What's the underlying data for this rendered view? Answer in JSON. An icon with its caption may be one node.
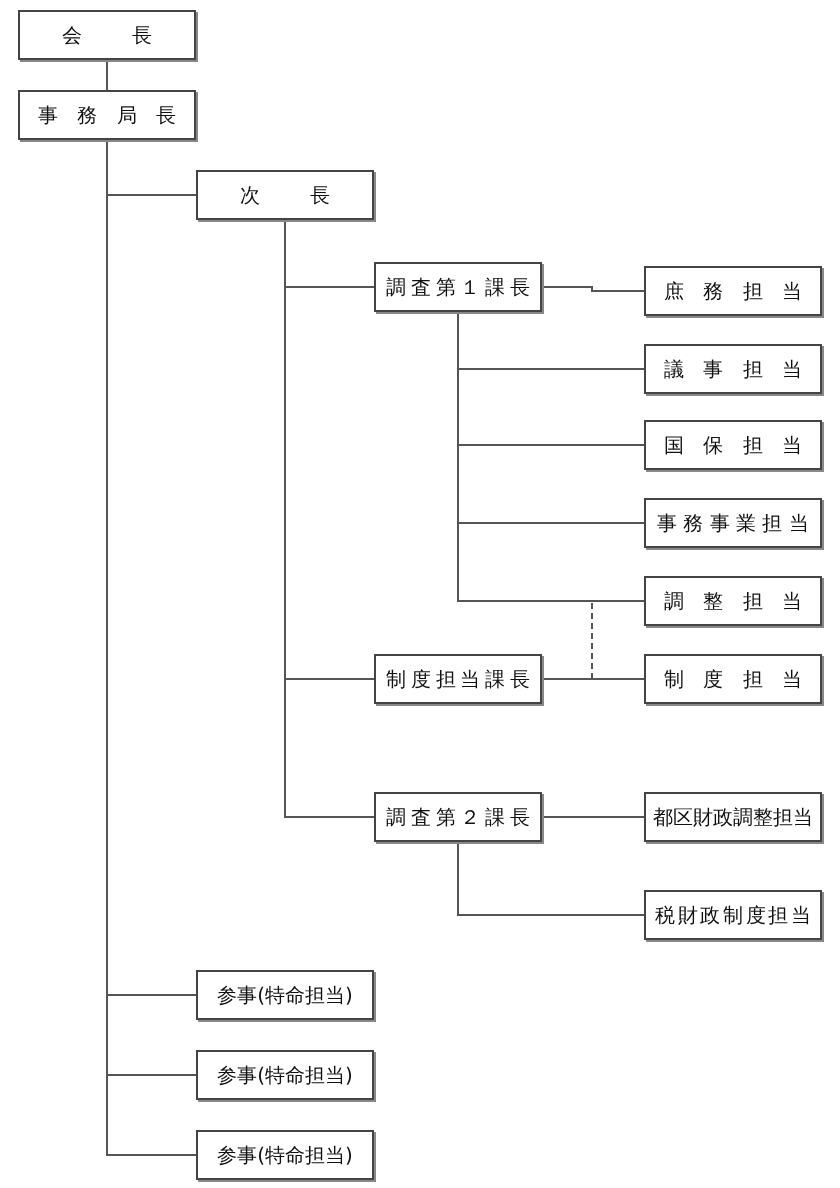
{
  "diagram": {
    "nodes": [
      {
        "text": [
          "会長"
        ]
      },
      {
        "text": [
          "事務局長"
        ]
      },
      {
        "text": [
          "次長"
        ]
      },
      {
        "text": [
          "調査第１課長"
        ]
      },
      {
        "text": [
          "庶務担当"
        ]
      },
      {
        "text": [
          "議事担当"
        ]
      },
      {
        "text": [
          "国保担当"
        ]
      },
      {
        "text": [
          "事務事業担当"
        ]
      },
      {
        "text": [
          "調整担当"
        ]
      },
      {
        "text": [
          "制度担当課長"
        ]
      },
      {
        "text": [
          "制度担当"
        ]
      },
      {
        "text": [
          "調査第２課長"
        ]
      },
      {
        "text": [
          "都区財政調整担当"
        ]
      },
      {
        "text": [
          "税財政制度担当"
        ]
      },
      {
        "text": [
          "参事(特命担当)"
        ]
      },
      {
        "text": [
          "参事(特命担当)"
        ]
      },
      {
        "text": [
          "参事(特命担当)"
        ]
      }
    ],
    "edges": [
      {
        "from": 0,
        "to": 1,
        "arrow": "none"
      },
      {
        "from": 1,
        "to": 2,
        "arrow": "none"
      },
      {
        "from": 2,
        "to": 3,
        "arrow": "none"
      },
      {
        "from": 3,
        "to": 4,
        "arrow": "none"
      },
      {
        "from": 3,
        "to": 5,
        "arrow": "none"
      },
      {
        "from": 3,
        "to": 6,
        "arrow": "none"
      },
      {
        "from": 3,
        "to": 7,
        "arrow": "none"
      },
      {
        "from": 3,
        "to": 8,
        "arrow": "none"
      },
      {
        "from": 2,
        "to": 9,
        "arrow": "none"
      },
      {
        "from": 9,
        "to": 10,
        "arrow": "none"
      },
      {
        "from": 9,
        "to": 8,
        "arrow": "none",
        "style": "dashed"
      },
      {
        "from": 2,
        "to": 11,
        "arrow": "none"
      },
      {
        "from": 11,
        "to": 12,
        "arrow": "none"
      },
      {
        "from": 11,
        "to": 13,
        "arrow": "none"
      },
      {
        "from": 1,
        "to": 14,
        "arrow": "none"
      },
      {
        "from": 1,
        "to": 15,
        "arrow": "none"
      },
      {
        "from": 1,
        "to": 16,
        "arrow": "none"
      }
    ]
  }
}
